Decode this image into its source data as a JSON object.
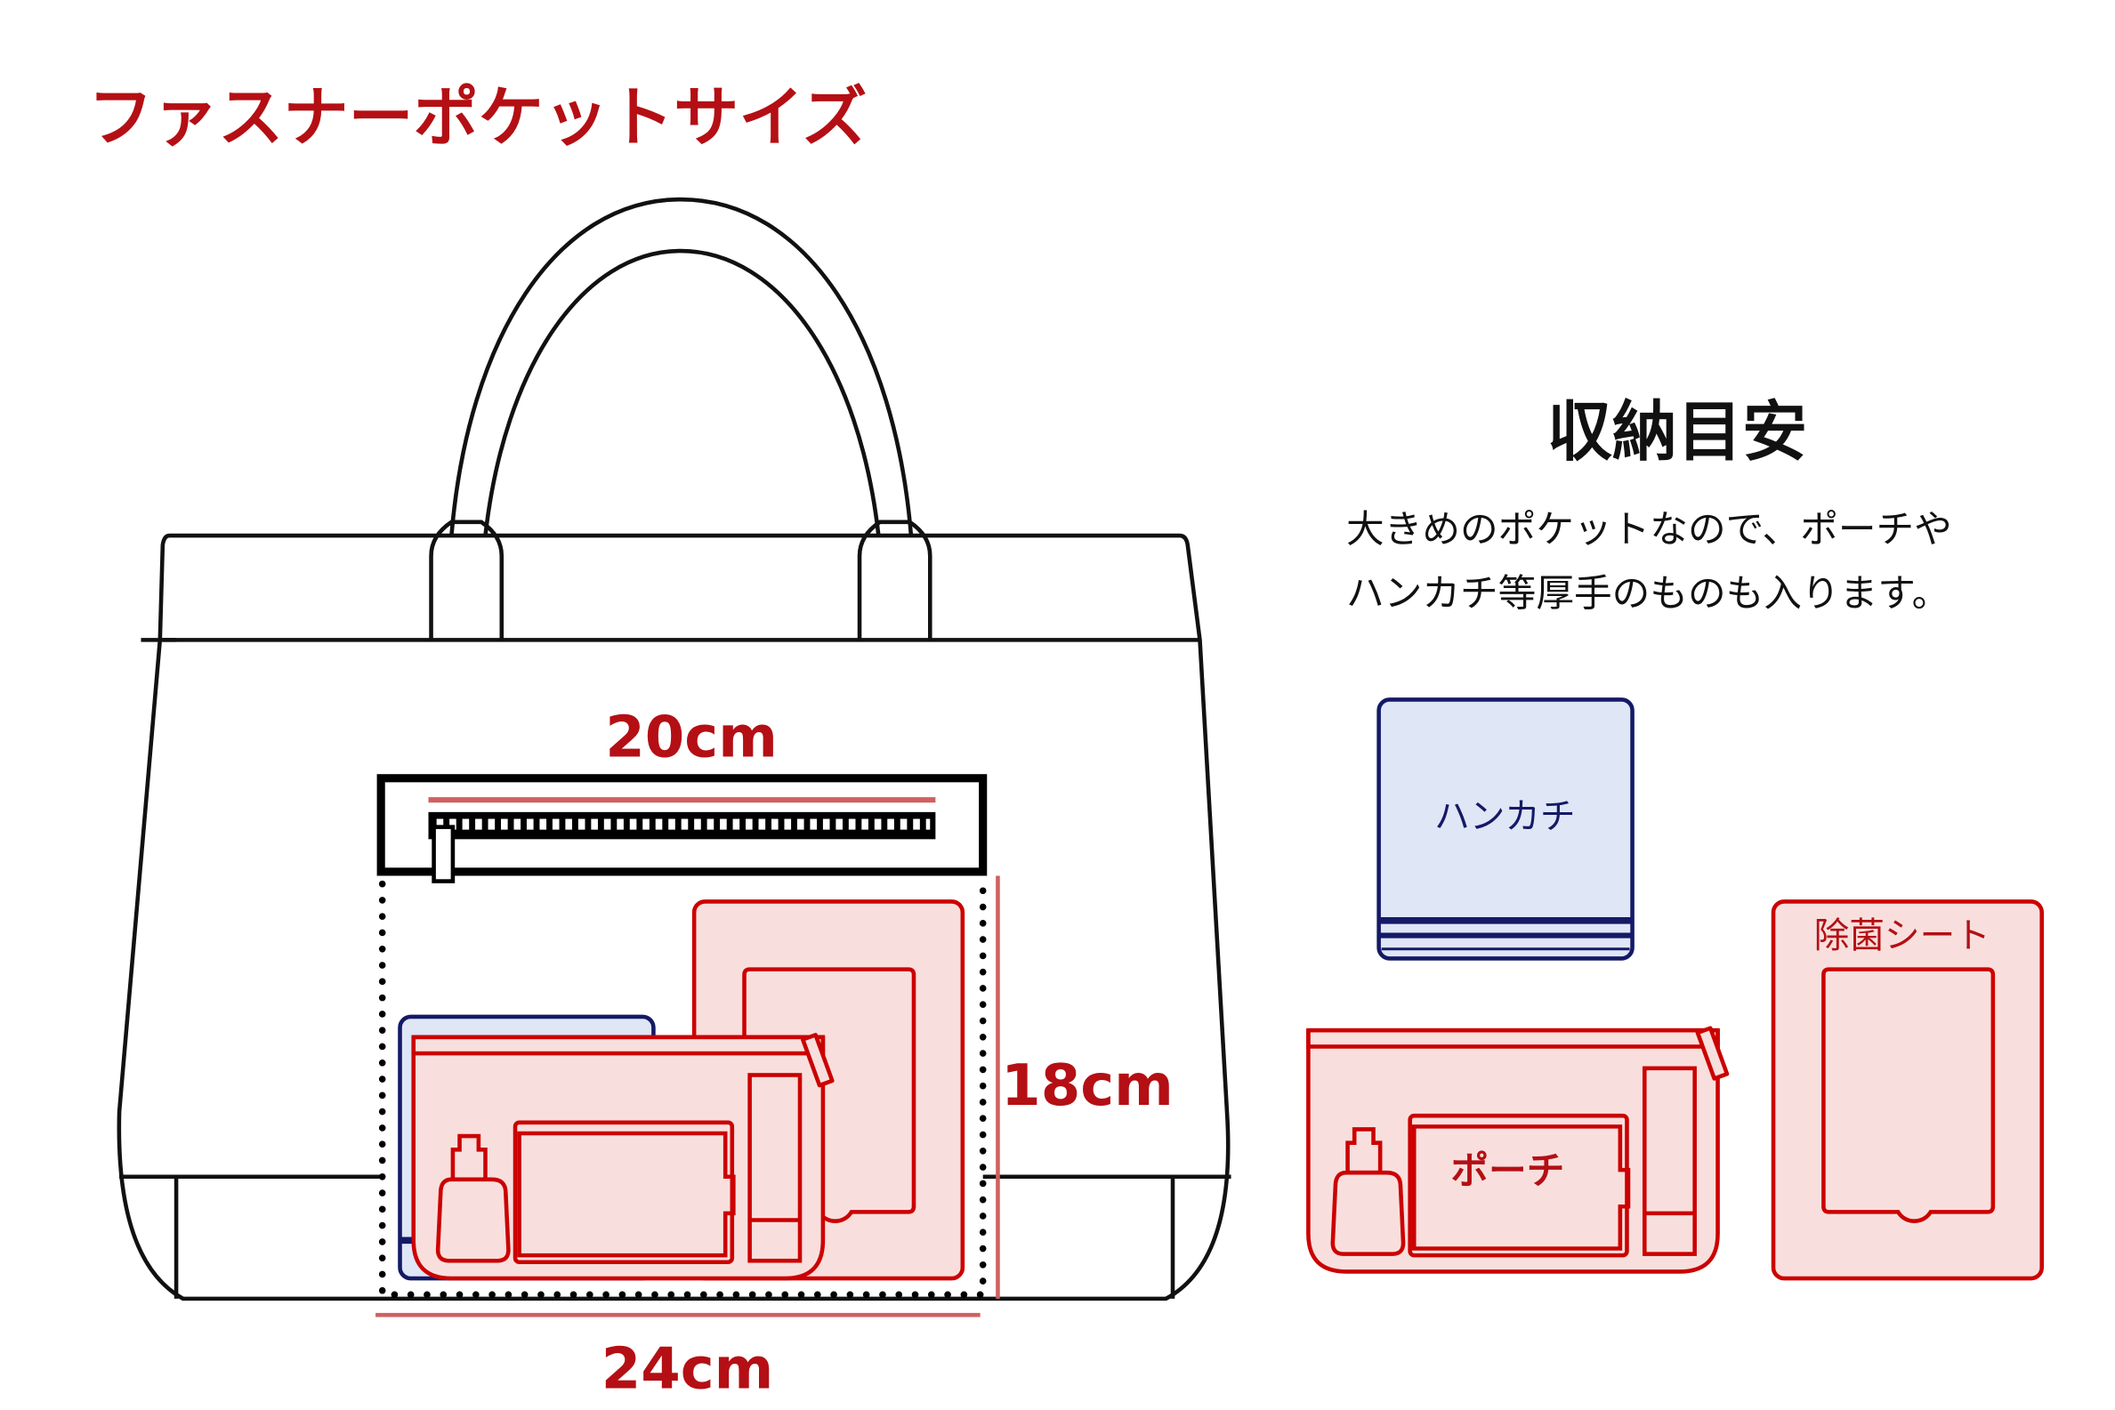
{
  "title": "ファスナーポケットサイズ",
  "dimensions": {
    "zipper_width": "20cm",
    "height": "18cm",
    "pocket_width": "24cm"
  },
  "capacity": {
    "heading": "収納目安",
    "description_lines": [
      "大きめのポケットなので、ポーチや",
      "ハンカチ等厚手のものも入ります。"
    ]
  },
  "items": {
    "handkerchief": "ハンカチ",
    "pouch": "ポーチ",
    "wipes": "除菌シート"
  },
  "colors": {
    "accent": "#b40f14",
    "pink_fill": "#f8dfdd",
    "navy": "#141a66",
    "blue_fill": "#dfe6f6"
  }
}
